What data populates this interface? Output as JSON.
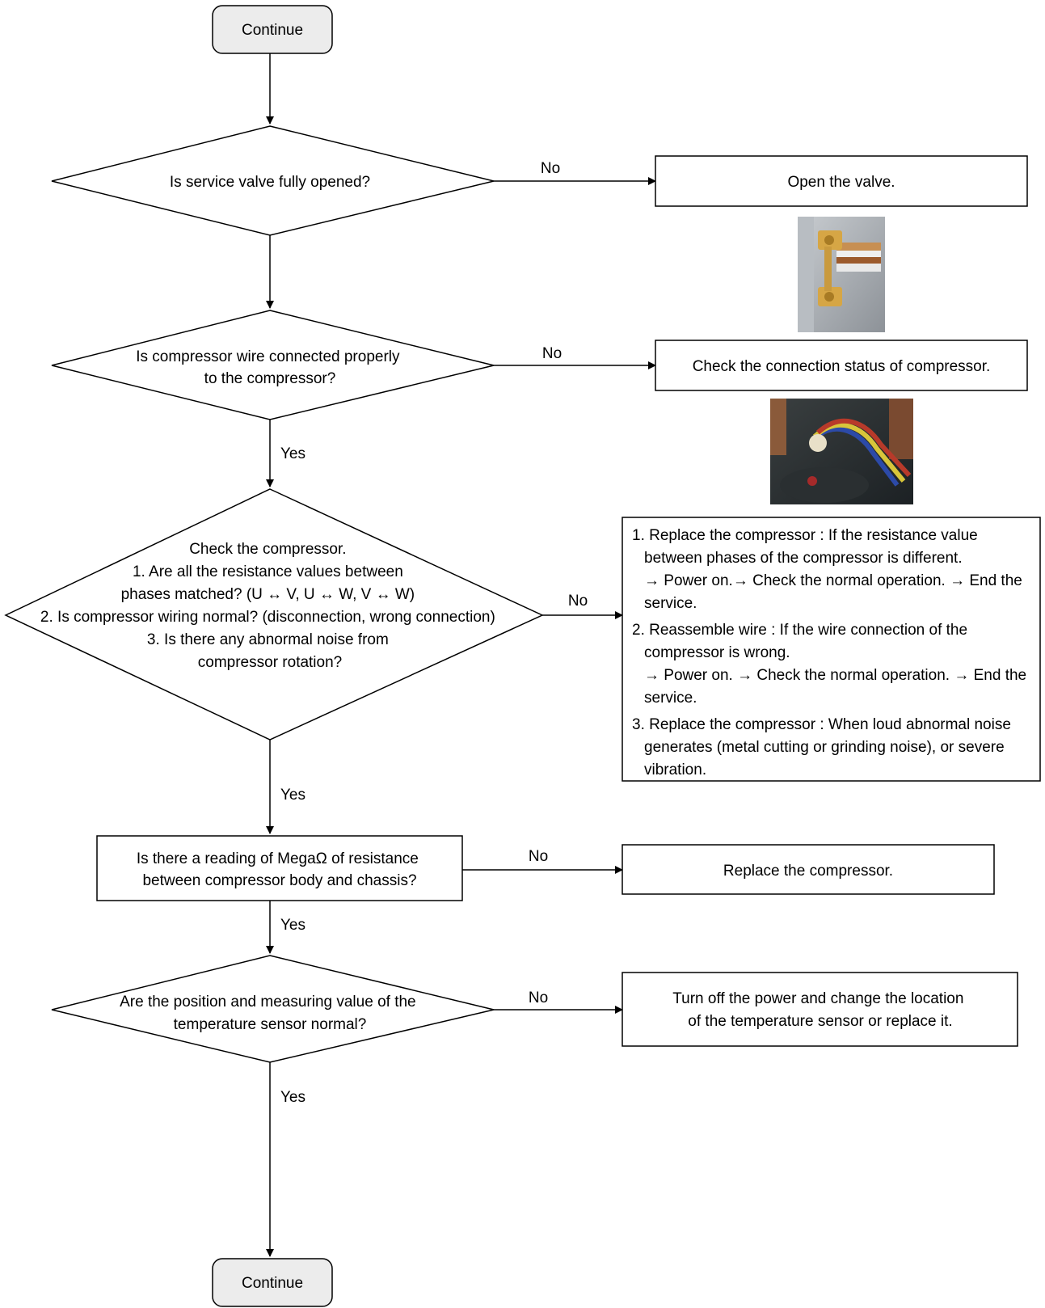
{
  "terminals": {
    "start": "Continue",
    "end": "Continue"
  },
  "decisions": {
    "d1": [
      "Is service valve fully opened?"
    ],
    "d2": [
      "Is compressor wire connected properly",
      "to the compressor?"
    ],
    "d3": [
      "Check the compressor.",
      "1. Are all the resistance values between",
      "phases matched? (U ↔ V, U ↔ W, V ↔ W)",
      "2. Is compressor wiring normal? (disconnection, wrong connection)",
      "3. Is there any abnormal noise from",
      "compressor rotation?"
    ],
    "d5": [
      "Are the position and measuring value of the",
      "temperature sensor normal?"
    ]
  },
  "processes": {
    "p4": [
      "Is there a reading of MegaΩ of resistance",
      "between compressor body and chassis?"
    ]
  },
  "actions": {
    "a1": [
      "Open the valve."
    ],
    "a2": [
      "Check the connection status of compressor."
    ],
    "a3": [
      "1. Replace the compressor : If the resistance value",
      "between phases of the compressor is different.",
      "→ Power on.→ Check the normal operation. → End the",
      "service.",
      "2. Reassemble wire : If the wire connection of the",
      "compressor is wrong.",
      "→ Power on. → Check the normal operation. → End the",
      "service.",
      "3. Replace the compressor : When loud abnormal noise",
      "generates (metal cutting or grinding noise), or severe",
      "vibration."
    ],
    "a4": [
      "Replace the compressor."
    ],
    "a5": [
      "Turn off the power and change the location",
      "of the temperature sensor or replace it."
    ]
  },
  "edge_labels": {
    "no": "No",
    "yes": "Yes"
  },
  "photos": {
    "valve": "service-valve-photo",
    "wire": "compressor-wire-photo"
  }
}
